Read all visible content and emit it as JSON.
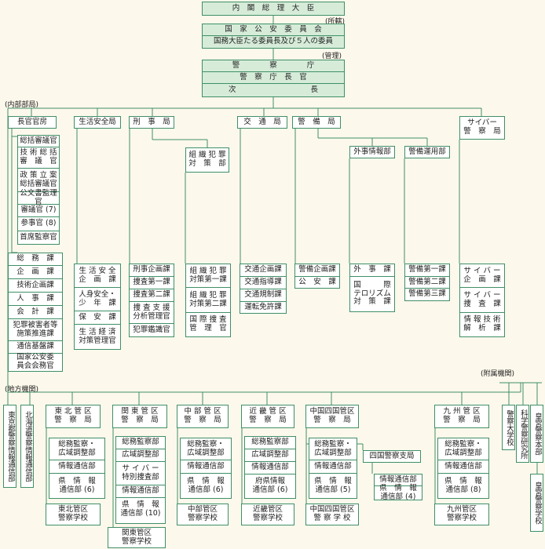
{
  "labels": {
    "shokatsu": "(所轄)",
    "kanri": "(管理)",
    "naibu": "(内部部局)",
    "chiho": "(地方機関)",
    "fuzoku": "(附属機関)"
  },
  "top": {
    "cabinet": "内　閣　総　理　大　臣",
    "commission": "国　家　公　安　委　員　会",
    "commission_members": "国務大臣たる委員長及び５人の委員",
    "npa": "警　　　　察　　　　庁",
    "commissioner": "警　察　庁　長　官",
    "deputy": "次　　　　　　　　　　長"
  },
  "bureaus": {
    "chokan": "長官官房",
    "seikatsu": "生活安全局",
    "keiji": "刑　事　局",
    "kotsu": "交　通　局",
    "keibi": "警　備　局",
    "cyber": "サイバー\n警　察　局"
  },
  "departments": {
    "soshiki": "組 織 犯 罪\n対　策　部",
    "gaiji": "外事情報部",
    "keibiunyo": "警備運用部"
  },
  "chokan_officers": [
    "総括審議官",
    "技 術 総 括\n審　議　官",
    "政 策 立 案\n総括審議官",
    "公文書監理官",
    "審議官 (7)",
    "参事官 (8)",
    "首席監察官"
  ],
  "chokan_divisions": [
    "総　務　課",
    "企　画　課",
    "技術企画課",
    "人　事　課",
    "会　計　課",
    "犯罪被害者等\n施策推進課",
    "通信基盤課",
    "国家公安委\n員会会務官"
  ],
  "seikatsu_divisions": [
    "生 活 安 全\n企　画　課",
    "人身安全・\n少　年　課",
    "保　安　課",
    "生 活 経 済\n対策管理官"
  ],
  "keiji_divisions": [
    "刑事企画課",
    "捜査第一課",
    "捜査第二課",
    "捜 査 支 援\n分析管理官",
    "犯罪鑑識官"
  ],
  "soshiki_divisions": [
    "組 織 犯 罪\n対策第一課",
    "組 織 犯 罪\n対策第二課",
    "国 際 捜 査\n管　理　官"
  ],
  "kotsu_divisions": [
    "交通企画課",
    "交通指導課",
    "交通規制課",
    "運転免許課"
  ],
  "keibi_divisions": [
    "警備企画課",
    "公　安　課"
  ],
  "gaiji_divisions": [
    "外　事　課",
    "国　　　際\nテロリズム\n対　策　課"
  ],
  "keibiunyo_divisions": [
    "警備第一課",
    "警備第二課",
    "警備第三課"
  ],
  "cyber_divisions": [
    "サ イ バ ー\n企　画　課",
    "サ イ バ ー\n捜　査　課",
    "情 報 技 術\n解　析　課"
  ],
  "tokyo": "東京都警察情報通信部",
  "hokkaido": "北海道警察情報通信部",
  "regions": [
    {
      "name": "東 北 管 区\n警　察　局",
      "units": [
        "総務監察・\n広域調整部",
        "情報通信部",
        "県　情　報\n通信部 (6)"
      ],
      "school": "東北管区\n警察学校"
    },
    {
      "name": "関 東 管 区\n警　察　局",
      "units": [
        "総務監察部",
        "広域調整部",
        "サ イ バ ー\n特別捜査部",
        "情報通信部",
        "県　情　報\n通信部 (10)"
      ],
      "school": "関東管区\n警察学校"
    },
    {
      "name": "中 部 管 区\n警　察　局",
      "units": [
        "総務監察・\n広域調整部",
        "情報通信部",
        "県　情　報\n通信部 (6)"
      ],
      "school": "中部管区\n警察学校"
    },
    {
      "name": "近 畿 管 区\n警　察　局",
      "units": [
        "総務監察部",
        "広域調整部",
        "情報通信部",
        "府県情報\n通信部 (6)"
      ],
      "school": "近畿管区\n警察学校"
    },
    {
      "name": "中国四国管区\n警　察　局",
      "units": [
        "総務監察・\n広域調整部",
        "情報通信部",
        "県　情　報\n通信部 (5)"
      ],
      "school": "中国四国管区\n警 察 学 校"
    },
    {
      "name": "九 州 管 区\n警　察　局",
      "units": [
        "総務監察・\n広域調整部",
        "情報通信部",
        "県　情　報\n通信部 (8)"
      ],
      "school": "九州管区\n警察学校"
    }
  ],
  "shikoku": {
    "name": "四国警察支局",
    "units": [
      "情報通信部",
      "県　情　報\n通信部 (4)"
    ]
  },
  "attached": {
    "academy": "警察大学校",
    "science": "科学警察研究所",
    "imperial": "皇宮警察本部",
    "imperial_school": "皇宮警察学校"
  }
}
